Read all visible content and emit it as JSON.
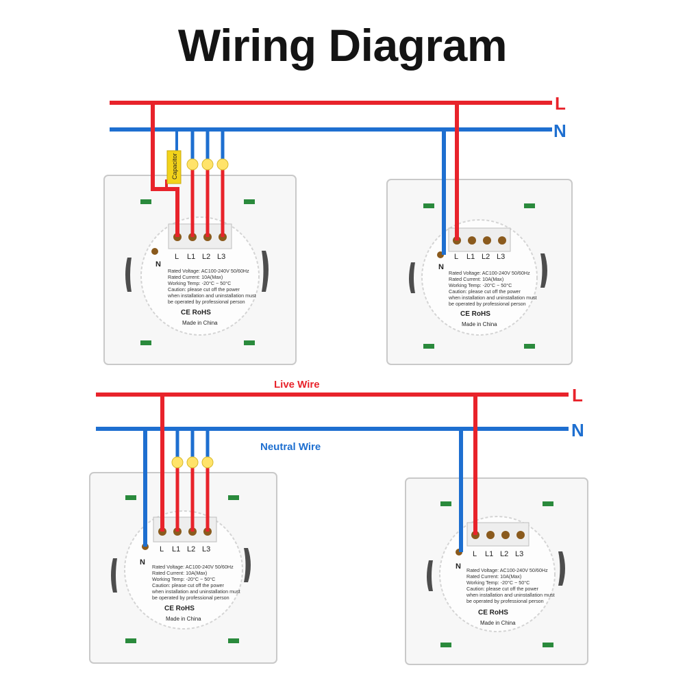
{
  "title": "Wiring Diagram",
  "colors": {
    "live": "#e8232b",
    "neutral": "#1e6fd0",
    "capacitor": "#f2d31b",
    "indicator": "#1f8a3a"
  },
  "line_labels": {
    "live": "L",
    "neutral": "N"
  },
  "legend": {
    "live": "Live Wire",
    "neutral": "Neutral Wire"
  },
  "capacitor_label": "Capacitor",
  "terminals": [
    "L",
    "L1",
    "L2",
    "L3"
  ],
  "neutral_terminal": "N",
  "spec": {
    "rated_voltage": "Rated Voltage: AC100-240V 50/60Hz",
    "rated_current": "Rated Current: 10A(Max)",
    "working_temp": "Working Temp: -20°C ~ 50°C",
    "caution_1": "Caution: please cut off the power",
    "caution_2": "when installation and uninstallation must",
    "caution_3": "be operated by professional person",
    "certs": "CE RoHS",
    "made_in": "Made in China"
  }
}
